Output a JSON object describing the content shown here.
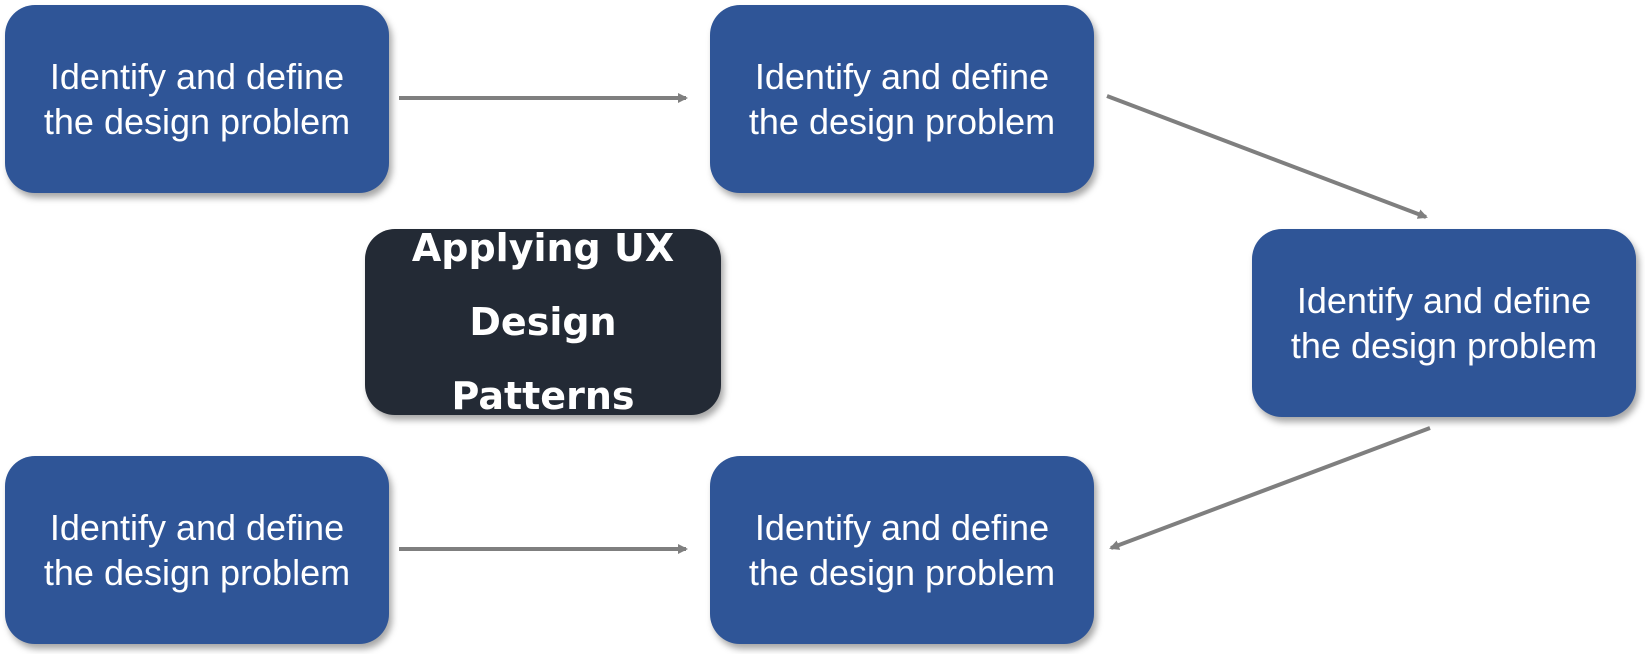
{
  "diagram": {
    "center": {
      "line1": "Applying UX",
      "line2": "Design Patterns"
    },
    "nodes": [
      {
        "id": "n1",
        "text": "Identify and define the design problem"
      },
      {
        "id": "n2",
        "text": "Identify and define the design problem"
      },
      {
        "id": "n3",
        "text": "Identify and define the design problem"
      },
      {
        "id": "n4",
        "text": "Identify and define the design problem"
      },
      {
        "id": "n5",
        "text": "Identify and define the design problem"
      }
    ],
    "edges": [
      {
        "from": "n1",
        "to": "n2"
      },
      {
        "from": "n2",
        "to": "n3"
      },
      {
        "from": "n3",
        "to": "n5"
      },
      {
        "from": "n4",
        "to": "n5"
      }
    ],
    "colors": {
      "node_fill": "#2f5597",
      "center_fill": "#232a35",
      "arrow": "#7f7f7f",
      "text": "#ffffff"
    }
  }
}
